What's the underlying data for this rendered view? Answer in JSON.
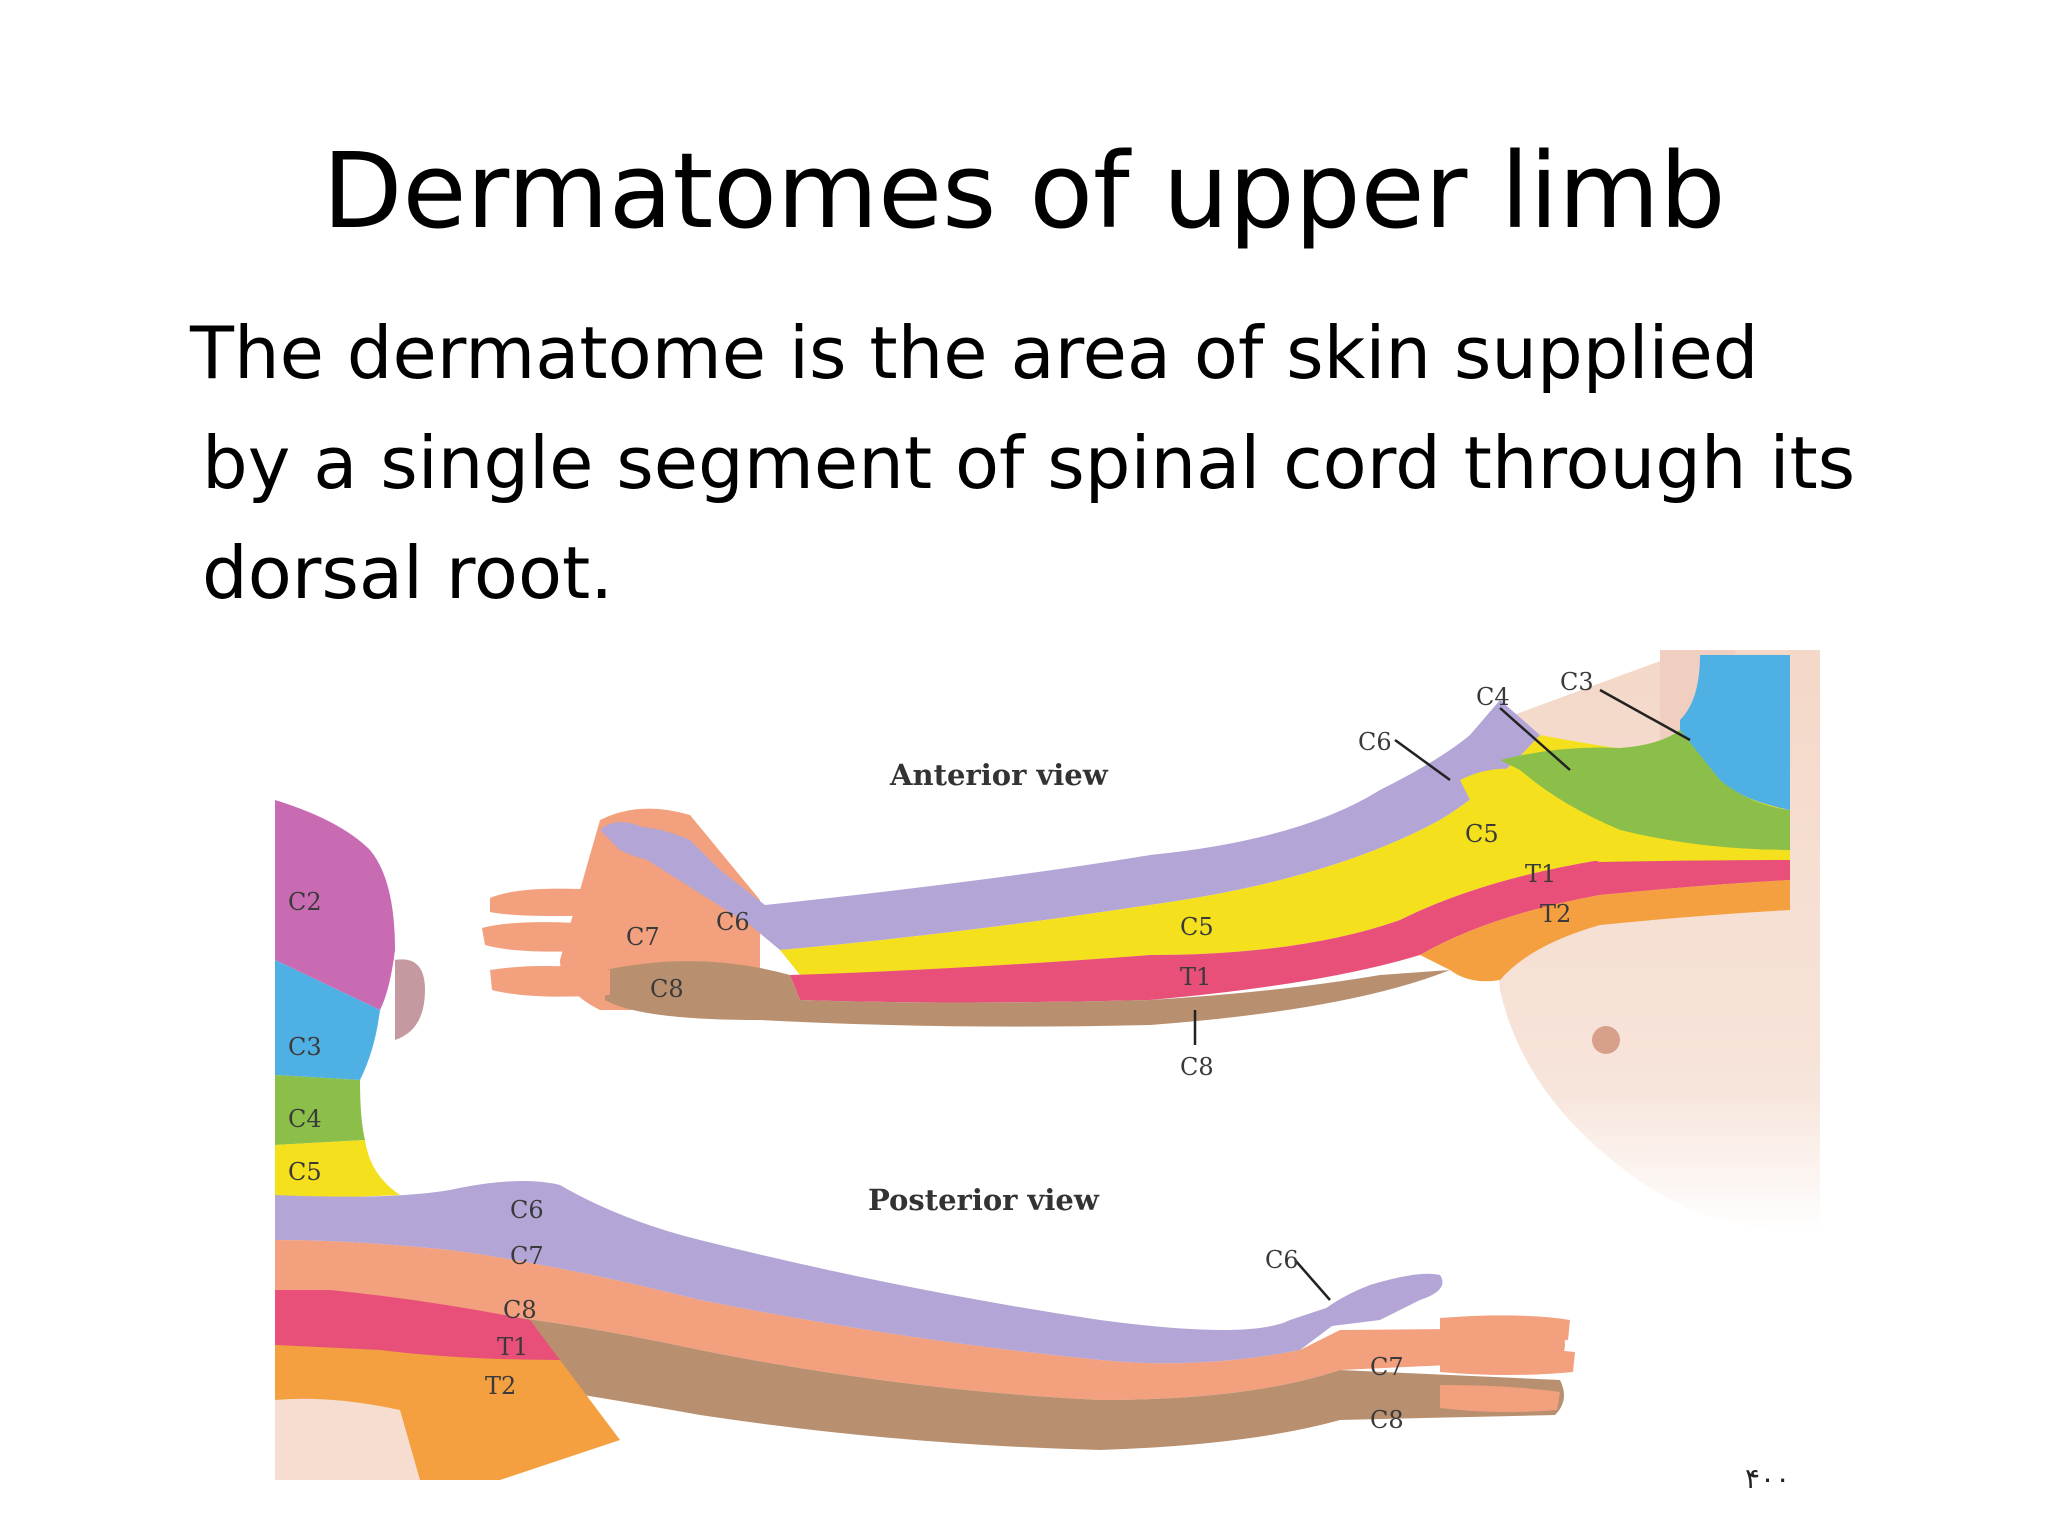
{
  "slide": {
    "title": "Dermatomes of upper limb",
    "body_lines": [
      "The dermatome is  the  area of  skin supplied",
      "by a single segment of spinal cord through its",
      "dorsal root."
    ]
  },
  "figure": {
    "anterior_title": "Anterior view",
    "posterior_title": "Posterior view",
    "watermark": "۴۰۰",
    "anterior_labels": {
      "c3": "C3",
      "c4": "C4",
      "c6_shoulder": "C6",
      "c5_shoulder": "C5",
      "t1": "T1",
      "t2": "T2",
      "c5_arm": "C5",
      "t1_arm": "T1",
      "c8_arm": "C8",
      "c6_hand": "C6",
      "c7_hand": "C7",
      "c8_hand": "C8"
    },
    "head_labels": {
      "c2": "C2",
      "c3": "C3",
      "c4": "C4",
      "c5": "C5"
    },
    "posterior_labels": {
      "c6": "C6",
      "c7": "C7",
      "c8": "C8",
      "t1": "T1",
      "t2": "T2",
      "c6_hand": "C6",
      "c7_hand": "C7",
      "c8_hand": "C8"
    },
    "colors": {
      "c2": "#c96bb3",
      "c3": "#4fb1e3",
      "c4": "#8cbf4a",
      "c5": "#f5e01e",
      "c6": "#b3a6d6",
      "c7": "#f2a07e",
      "c8": "#b89070",
      "t1": "#e8507a",
      "t2": "#f4a040",
      "skin": "#f6ddd0"
    }
  }
}
